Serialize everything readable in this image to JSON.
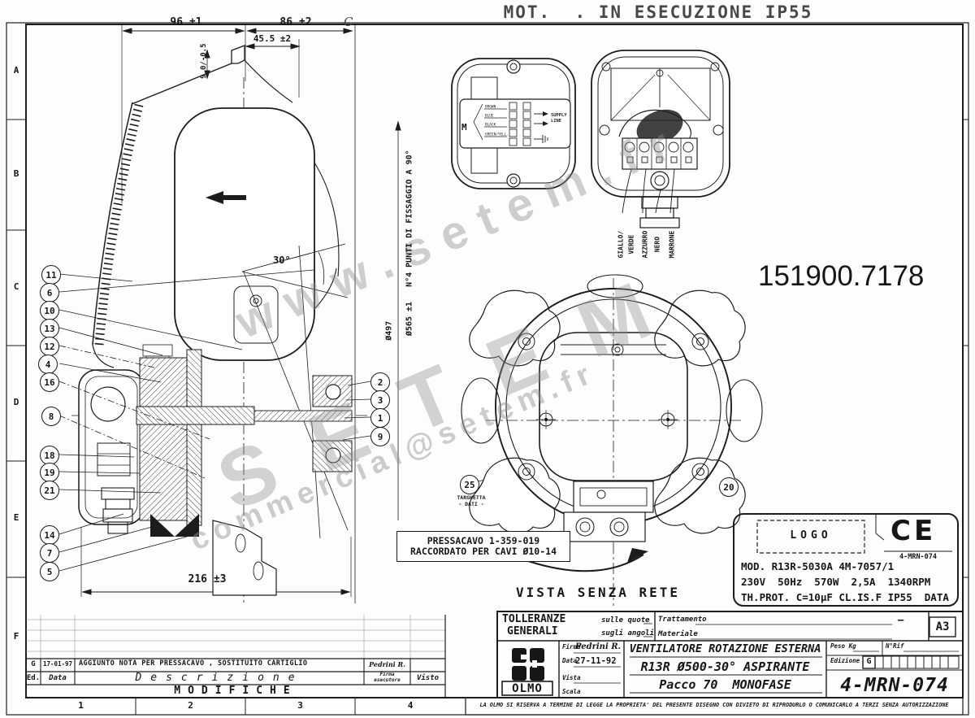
{
  "sheet": {
    "top_title": "MOT.  . IN ESECUZIONE IP55",
    "big_number": "151900.7178",
    "pencil_note": "C"
  },
  "frame": {
    "rows": [
      "A",
      "B",
      "C",
      "D",
      "E",
      "F"
    ],
    "cols": [
      "1",
      "2",
      "3",
      "4"
    ]
  },
  "watermark": {
    "url": "www.setem.fr",
    "brand": "SETEM",
    "email": "commercial@setem.fr"
  },
  "dimensions": {
    "w96": "96 ±1",
    "w86": "86 ±2",
    "w455": "45.5 ±2",
    "h9": "9 0/-0.5",
    "w216": "216 ±3",
    "angle": "30°",
    "dia_inner": "Ø497",
    "dia_outer": "Ø565 ±1   N°4 PUNTI DI FISSAGGIO A 90°"
  },
  "balloons": {
    "left": [
      "11",
      "6",
      "10",
      "13",
      "12",
      "4",
      "16",
      "8",
      "18",
      "19",
      "21",
      "14",
      "7",
      "5"
    ],
    "mid": [
      "2",
      "3",
      "1",
      "9"
    ],
    "front": [
      "25",
      "20"
    ]
  },
  "terminal_label": {
    "motor": "M",
    "wire_rows": [
      "BROWN",
      "BLUE",
      "BLACK",
      "GREEN/YELL."
    ],
    "supply_1": "SUPPLY",
    "supply_2": "LINE"
  },
  "wires": [
    "GIALLO/",
    "VERDE",
    "AZZURRO",
    "NERO",
    "MARRONE"
  ],
  "notes": {
    "pressacavo_1": "PRESSACAVO 1-359-019",
    "pressacavo_2": "RACCORDATO PER CAVI Ø10-14",
    "targhetta_1": "TARGHETTA",
    "targhetta_2": "- DATI -",
    "vista": "VISTA SENZA RETE"
  },
  "plate": {
    "logo": "LOGO",
    "ce": "CE",
    "ref": "4-MRN-074",
    "mod": "MOD. R13R-5030A 4M-7057/1",
    "ratings": "230V  50Hz  570W  2,5A  1340RPM",
    "protection": "TH.PROT. C=10µF CL.IS.F IP55  DATA"
  },
  "titleblock": {
    "tolleranze_1": "TOLLERANZE",
    "tolleranze_2": "GENERALI",
    "sulle": "sulle quote",
    "sugli": "sugli angoli",
    "trattamento": "Trattamento",
    "trattamento_value": "—",
    "materiale": "Materiale",
    "format": "A3",
    "maker": "OLMO",
    "firma_label": "Firma",
    "firma": "Pedrini R.",
    "data_label": "Data",
    "data": "27-11-92",
    "vista_label": "Vista",
    "scala_label": "Scala",
    "title_1": "VENTILATORE ROTAZIONE ESTERNA",
    "title_2": "R13R Ø500-30° ASPIRANTE",
    "title_3": "Pacco 70  MONOFASE",
    "peso_label": "Peso Kg",
    "nrif_label": "N°Rif",
    "edizione_label": "Edizione",
    "edizione": "G",
    "number": "4-MRN-074"
  },
  "modifications": {
    "rev": "G",
    "date": "17-01-97",
    "description": "AGGIUNTO NOTA PER PRESSACAVO , SOSTITUITO CARTIGLIO",
    "firma": "Pedrini R.",
    "ed_label": "Ed.",
    "data_label": "Data",
    "descrizione_label": "Descrizione",
    "firma_label_1": "Firma",
    "firma_label_2": "esecutore",
    "visto_label": "Visto",
    "table_title": "MODIFICHE"
  },
  "disclaimer": "LA OLMO SI RISERVA A TERMINE DI LEGGE LA PROPRIETA' DEL PRESENTE DISEGNO CON DIVIETO DI RIPRODURLO O COMUNICARLO A TERZI SENZA AUTORIZZAZIONE"
}
